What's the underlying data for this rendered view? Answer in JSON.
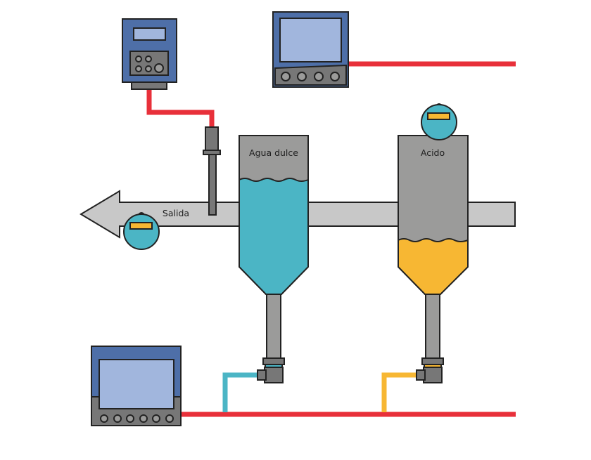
{
  "diagram": {
    "title": "",
    "labels": {
      "tank_fresh_water": "Agua dulce",
      "tank_acid": "Acido",
      "outlet_arrow": "Salida"
    },
    "colors": {
      "signal_line": "#e8303a",
      "fresh_water": "#4bb5c5",
      "acid": "#f7b733",
      "tank_body": "#9b9b9a",
      "pipe": "#c8c8c8",
      "device_blue": "#4e6fa8",
      "screen": "#a1b6dd",
      "dark_gray": "#777777",
      "outline": "#222222"
    },
    "components": [
      {
        "id": "transmitter-top-left",
        "type": "transmitter",
        "buttons": 5
      },
      {
        "id": "controller-top",
        "type": "controller",
        "buttons": 4
      },
      {
        "id": "controller-bottom",
        "type": "controller",
        "buttons": 6
      },
      {
        "id": "probe-sensor",
        "type": "immersion-sensor"
      },
      {
        "id": "level-sensor-acid",
        "type": "level-sensor"
      },
      {
        "id": "level-sensor-outlet",
        "type": "level-sensor"
      },
      {
        "id": "valve-fresh-water",
        "type": "angle-valve"
      },
      {
        "id": "valve-acid",
        "type": "angle-valve"
      }
    ]
  }
}
